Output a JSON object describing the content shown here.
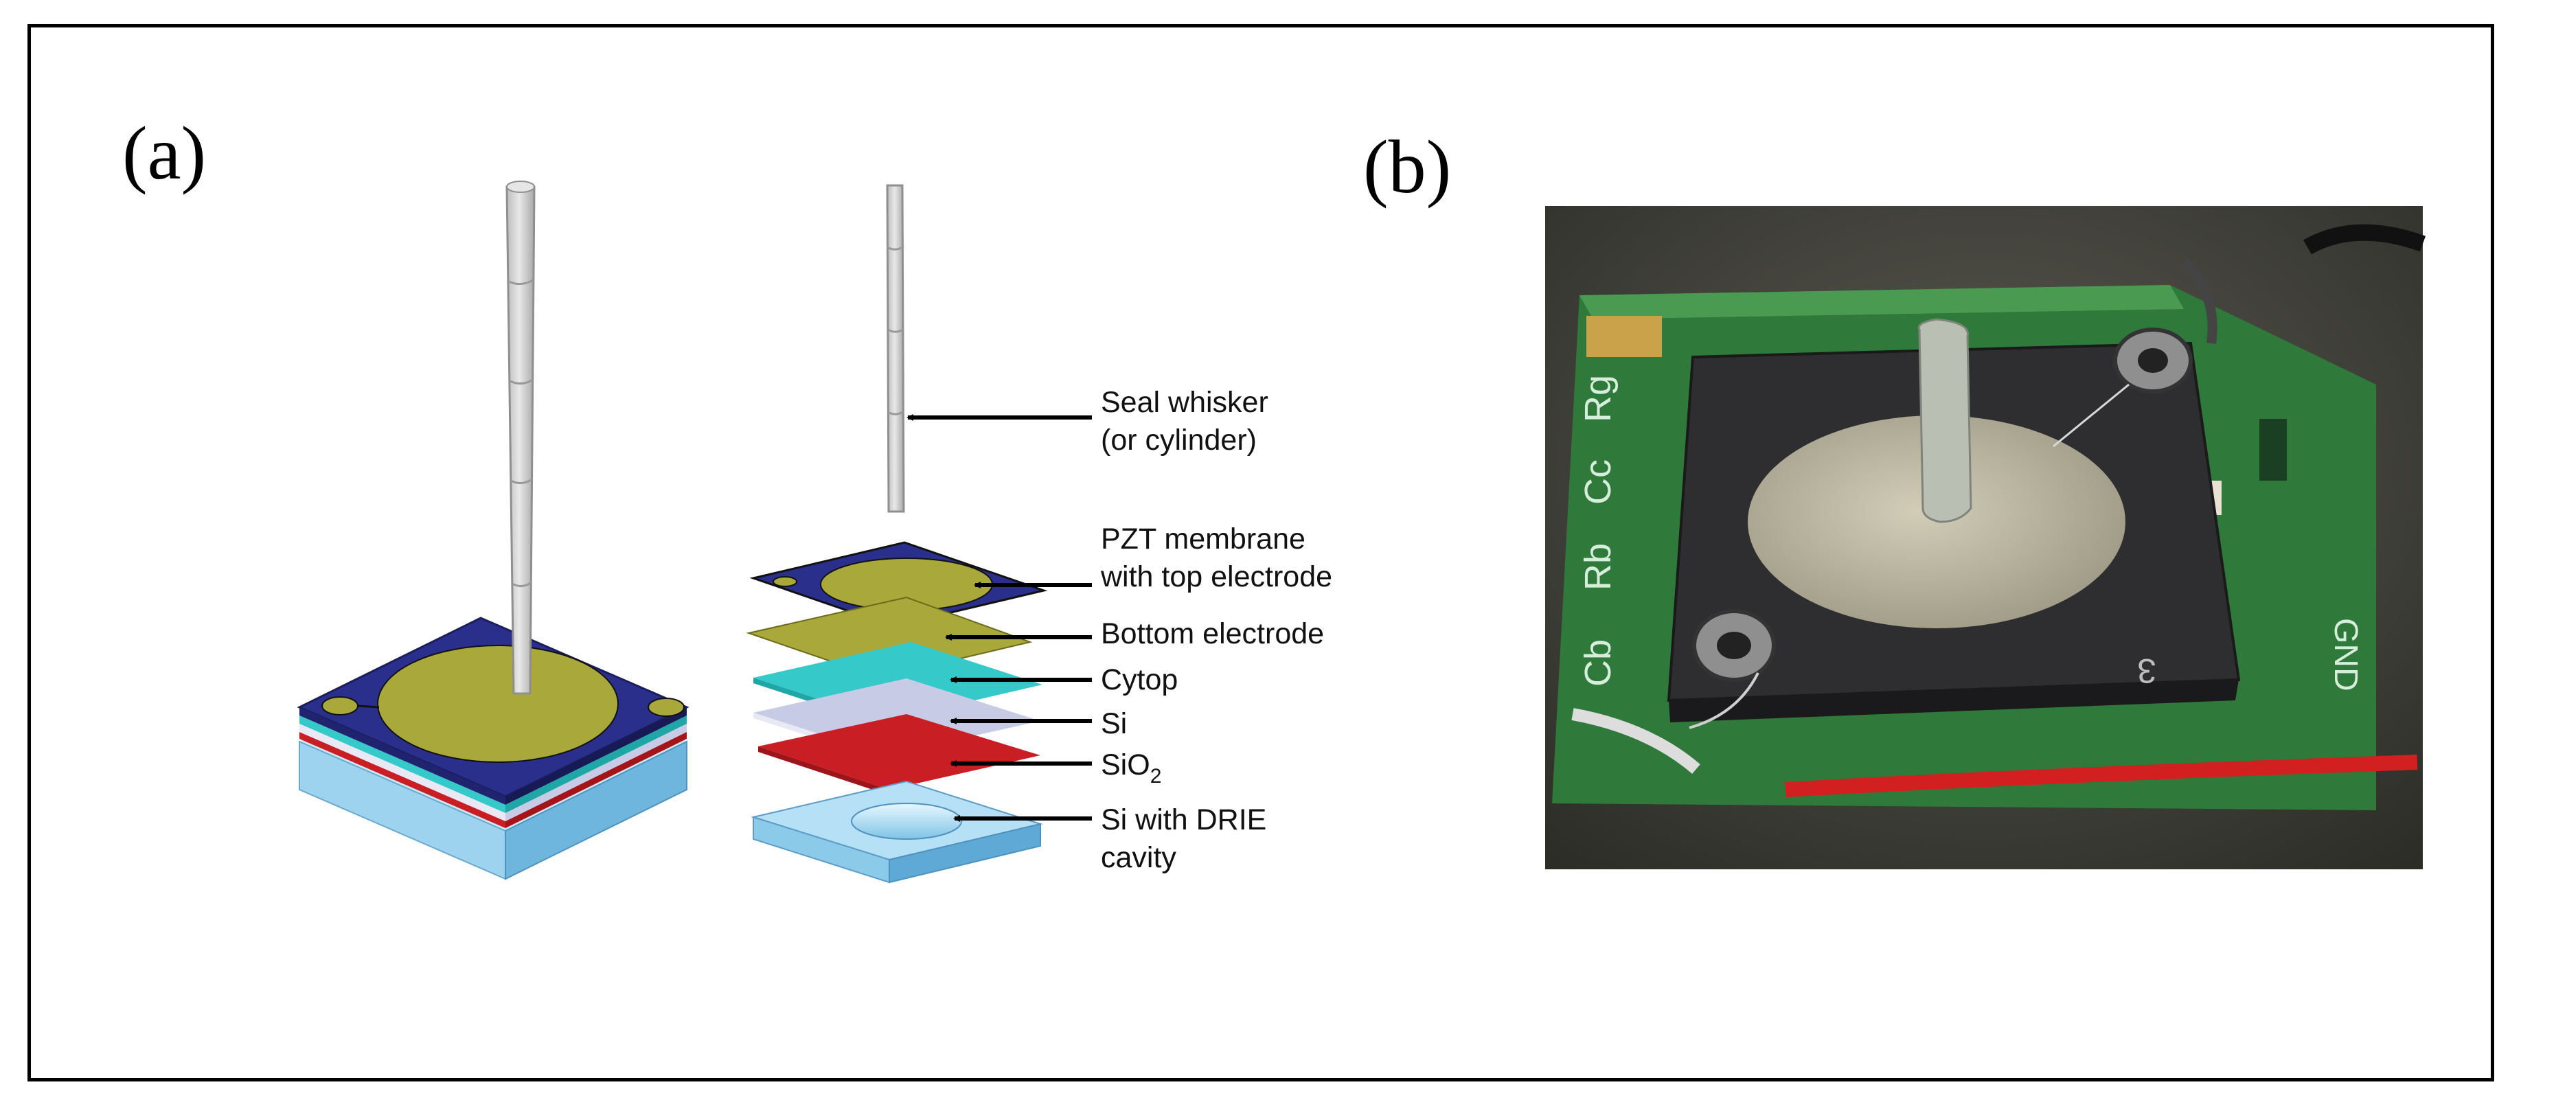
{
  "panels": {
    "a": {
      "label": "(a)"
    },
    "b": {
      "label": "(b)"
    }
  },
  "callouts": {
    "whisker_line1": "Seal whisker",
    "whisker_line2": "(or cylinder)",
    "pzt_line1": "PZT membrane",
    "pzt_line2": "with top electrode",
    "bottom_electrode": "Bottom electrode",
    "cytop": "Cytop",
    "si": "Si",
    "sio2_base": "SiO",
    "sio2_sub": "2",
    "drie_line1": "Si with DRIE",
    "drie_line2": "cavity"
  },
  "photo": {
    "board_labels": [
      "Cb",
      "Rb",
      "Cc",
      "Rg"
    ],
    "right_labels": [
      "GND"
    ],
    "chip_mark": "3"
  },
  "colors": {
    "pzt_membrane": "#2b2f8c",
    "electrode": "#a9a83a",
    "cytop": "#36c9c9",
    "si_layer": "#c8cbe6",
    "sio2": "#c81e24",
    "substrate": "#9ed3ef",
    "whisker": "#cfcfcf",
    "pcb_green": "#2f7a3a"
  }
}
